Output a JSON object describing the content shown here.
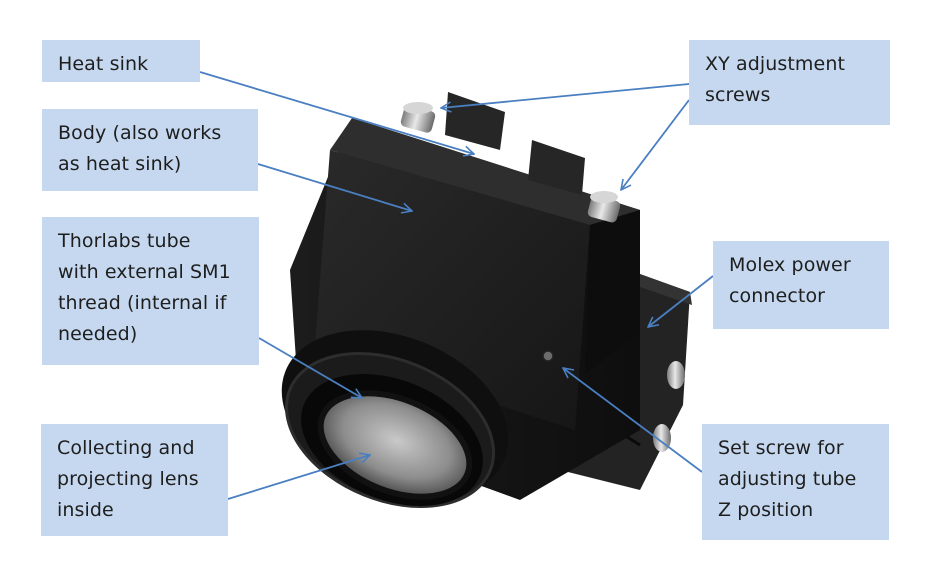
{
  "figure": {
    "subject": "Camera / light-source module with labeled components",
    "accent_color": "#4a7fc1",
    "callout_fill": "#c5d8ef",
    "text_color": "#1e1e1e"
  },
  "callouts": {
    "heat_sink": {
      "lines": [
        "Heat sink"
      ]
    },
    "body": {
      "lines": [
        "Body (also works",
        "as heat sink)"
      ]
    },
    "tube": {
      "lines": [
        "Thorlabs tube",
        "with external SM1",
        "thread (internal if",
        "needed)"
      ]
    },
    "lens": {
      "lines": [
        "Collecting and",
        "projecting lens",
        "inside"
      ]
    },
    "xy_screws": {
      "lines": [
        "XY adjustment",
        "screws"
      ]
    },
    "molex": {
      "lines": [
        "Molex power",
        "connector"
      ]
    },
    "set_screw": {
      "lines": [
        "Set screw for",
        "adjusting tube",
        "Z position"
      ]
    }
  }
}
